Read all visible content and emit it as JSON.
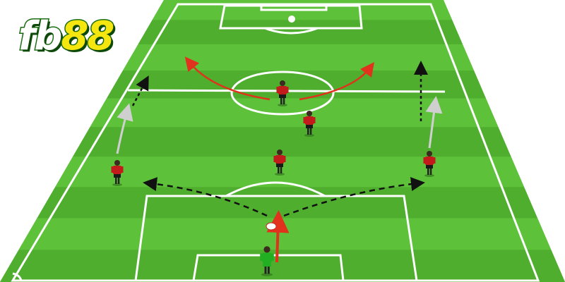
{
  "logo": {
    "part_a": "fb",
    "part_b": "88",
    "colors": {
      "a": "#ffffff",
      "b": "#f5e60f",
      "outline": "#1c6e14"
    }
  },
  "colors": {
    "grass_light": "#5ec13a",
    "grass_dark": "#4fae2e",
    "line": "#ffffff",
    "outfield_shirt": "#c21b1b",
    "outfield_shorts": "#1a1a1a",
    "goalkeeper_kit": "#22b022",
    "run_arrow": "#e0321c",
    "pass_line": "#111111",
    "move_arrow": "#cfcfcf"
  },
  "players": [
    {
      "role": "outfield",
      "kit": "red"
    },
    {
      "role": "outfield",
      "kit": "red"
    },
    {
      "role": "outfield",
      "kit": "red"
    },
    {
      "role": "outfield",
      "kit": "red"
    },
    {
      "role": "outfield",
      "kit": "red"
    },
    {
      "role": "goalkeeper",
      "kit": "green"
    }
  ],
  "arrows": [
    {
      "type": "run",
      "style": "solid",
      "color": "red"
    },
    {
      "type": "run",
      "style": "solid",
      "color": "red"
    },
    {
      "type": "run",
      "style": "solid",
      "color": "red"
    },
    {
      "type": "pass",
      "style": "dashed",
      "color": "black"
    },
    {
      "type": "pass",
      "style": "dashed",
      "color": "black"
    },
    {
      "type": "pass",
      "style": "dashed",
      "color": "black"
    },
    {
      "type": "pass",
      "style": "dashed",
      "color": "black"
    },
    {
      "type": "move",
      "style": "solid",
      "color": "grey"
    },
    {
      "type": "move",
      "style": "solid",
      "color": "grey"
    }
  ],
  "ball": {
    "color": "#ffffff"
  }
}
